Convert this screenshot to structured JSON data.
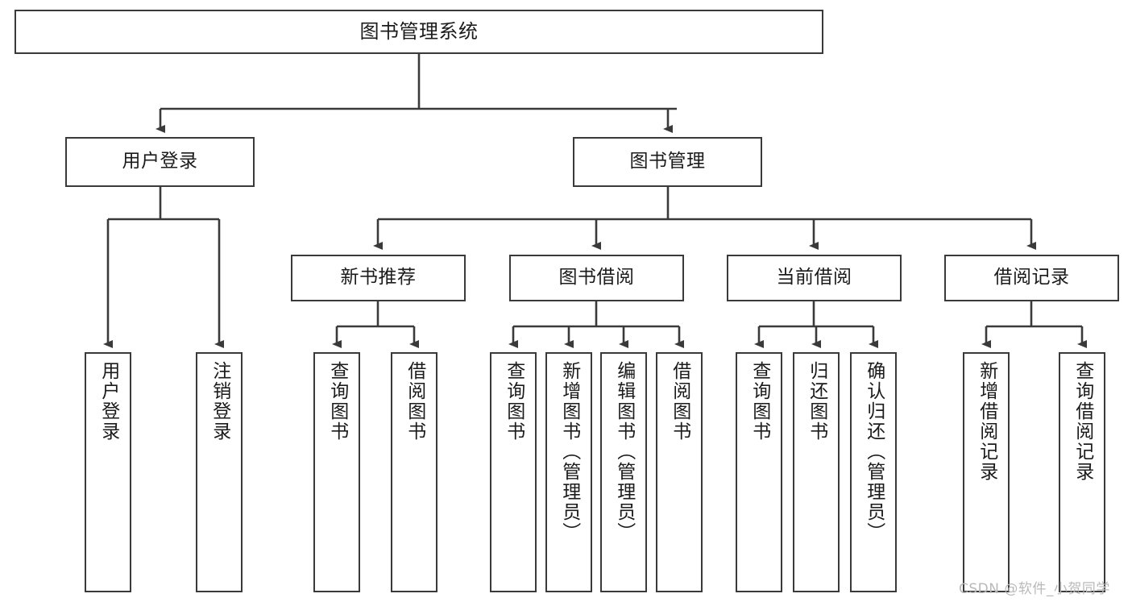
{
  "diagram": {
    "title": "图书管理系统",
    "type": "tree-hierarchy",
    "watermark": "CSDN @软件_小贺同学",
    "colors": {
      "box_border": "#3a3a3a",
      "box_fill": "#ffffff",
      "edge": "#3a3a3a",
      "text": "#1b1b1b",
      "watermark": "#b9b9b9"
    },
    "nodes": {
      "root": {
        "label": "图书管理系统",
        "level": 1,
        "orientation": "horizontal"
      },
      "l2": [
        {
          "id": "user-login",
          "label": "用户登录",
          "level": 2,
          "orientation": "horizontal"
        },
        {
          "id": "book-management",
          "label": "图书管理",
          "level": 2,
          "orientation": "horizontal"
        }
      ],
      "l3": [
        {
          "id": "new-book-recommend",
          "label": "新书推荐",
          "level": 3,
          "orientation": "horizontal",
          "parent": "book-management"
        },
        {
          "id": "book-borrow",
          "label": "图书借阅",
          "level": 3,
          "orientation": "horizontal",
          "parent": "book-management"
        },
        {
          "id": "current-borrow",
          "label": "当前借阅",
          "level": 3,
          "orientation": "horizontal",
          "parent": "book-management"
        },
        {
          "id": "borrow-record",
          "label": "借阅记录",
          "level": 3,
          "orientation": "horizontal",
          "parent": "book-management"
        }
      ],
      "leaves": [
        {
          "id": "leaf-user-login",
          "label": "用户登录",
          "parent": "user-login",
          "orientation": "vertical"
        },
        {
          "id": "leaf-logout-login",
          "label": "注销登录",
          "parent": "user-login",
          "orientation": "vertical"
        },
        {
          "id": "leaf-query-book-1",
          "label": "查询图书",
          "parent": "new-book-recommend",
          "orientation": "vertical"
        },
        {
          "id": "leaf-borrow-book-1",
          "label": "借阅图书",
          "parent": "new-book-recommend",
          "orientation": "vertical"
        },
        {
          "id": "leaf-query-book-2",
          "label": "查询图书",
          "parent": "book-borrow",
          "orientation": "vertical"
        },
        {
          "id": "leaf-add-book",
          "label": "新增图书（管理员）",
          "parent": "book-borrow",
          "orientation": "vertical"
        },
        {
          "id": "leaf-edit-book",
          "label": "编辑图书（管理员）",
          "parent": "book-borrow",
          "orientation": "vertical"
        },
        {
          "id": "leaf-borrow-book-2",
          "label": "借阅图书",
          "parent": "book-borrow",
          "orientation": "vertical"
        },
        {
          "id": "leaf-query-book-3",
          "label": "查询图书",
          "parent": "current-borrow",
          "orientation": "vertical"
        },
        {
          "id": "leaf-return-book",
          "label": "归还图书",
          "parent": "current-borrow",
          "orientation": "vertical"
        },
        {
          "id": "leaf-confirm-return",
          "label": "确认归还（管理员）",
          "parent": "current-borrow",
          "orientation": "vertical"
        },
        {
          "id": "leaf-add-record",
          "label": "新增借阅记录",
          "parent": "borrow-record",
          "orientation": "vertical"
        },
        {
          "id": "leaf-query-record",
          "label": "查询借阅记录",
          "parent": "borrow-record",
          "orientation": "vertical"
        }
      ]
    }
  }
}
